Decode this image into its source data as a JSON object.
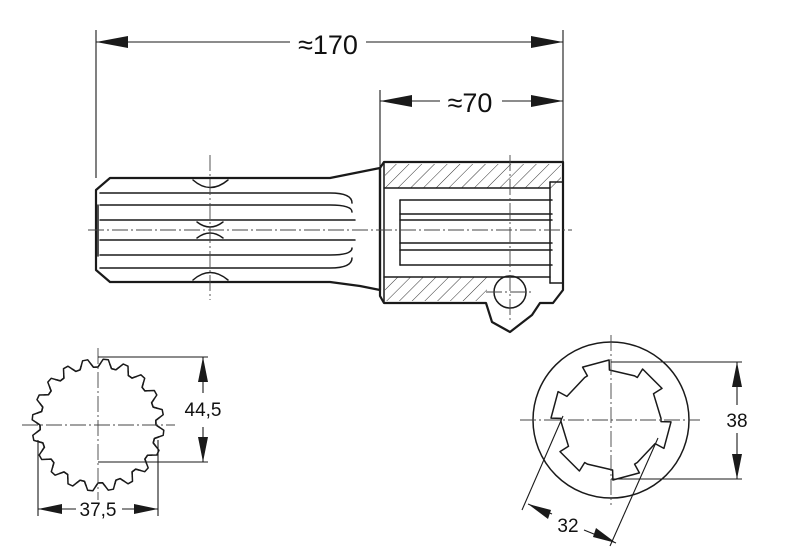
{
  "dimensions": {
    "overall_length": "≈170",
    "bushing_length": "≈70",
    "shaft_diameter": "44,5",
    "shaft_root_diameter": "37,5",
    "bushing_outer_diameter": "38",
    "bushing_inner_diameter": "32"
  }
}
